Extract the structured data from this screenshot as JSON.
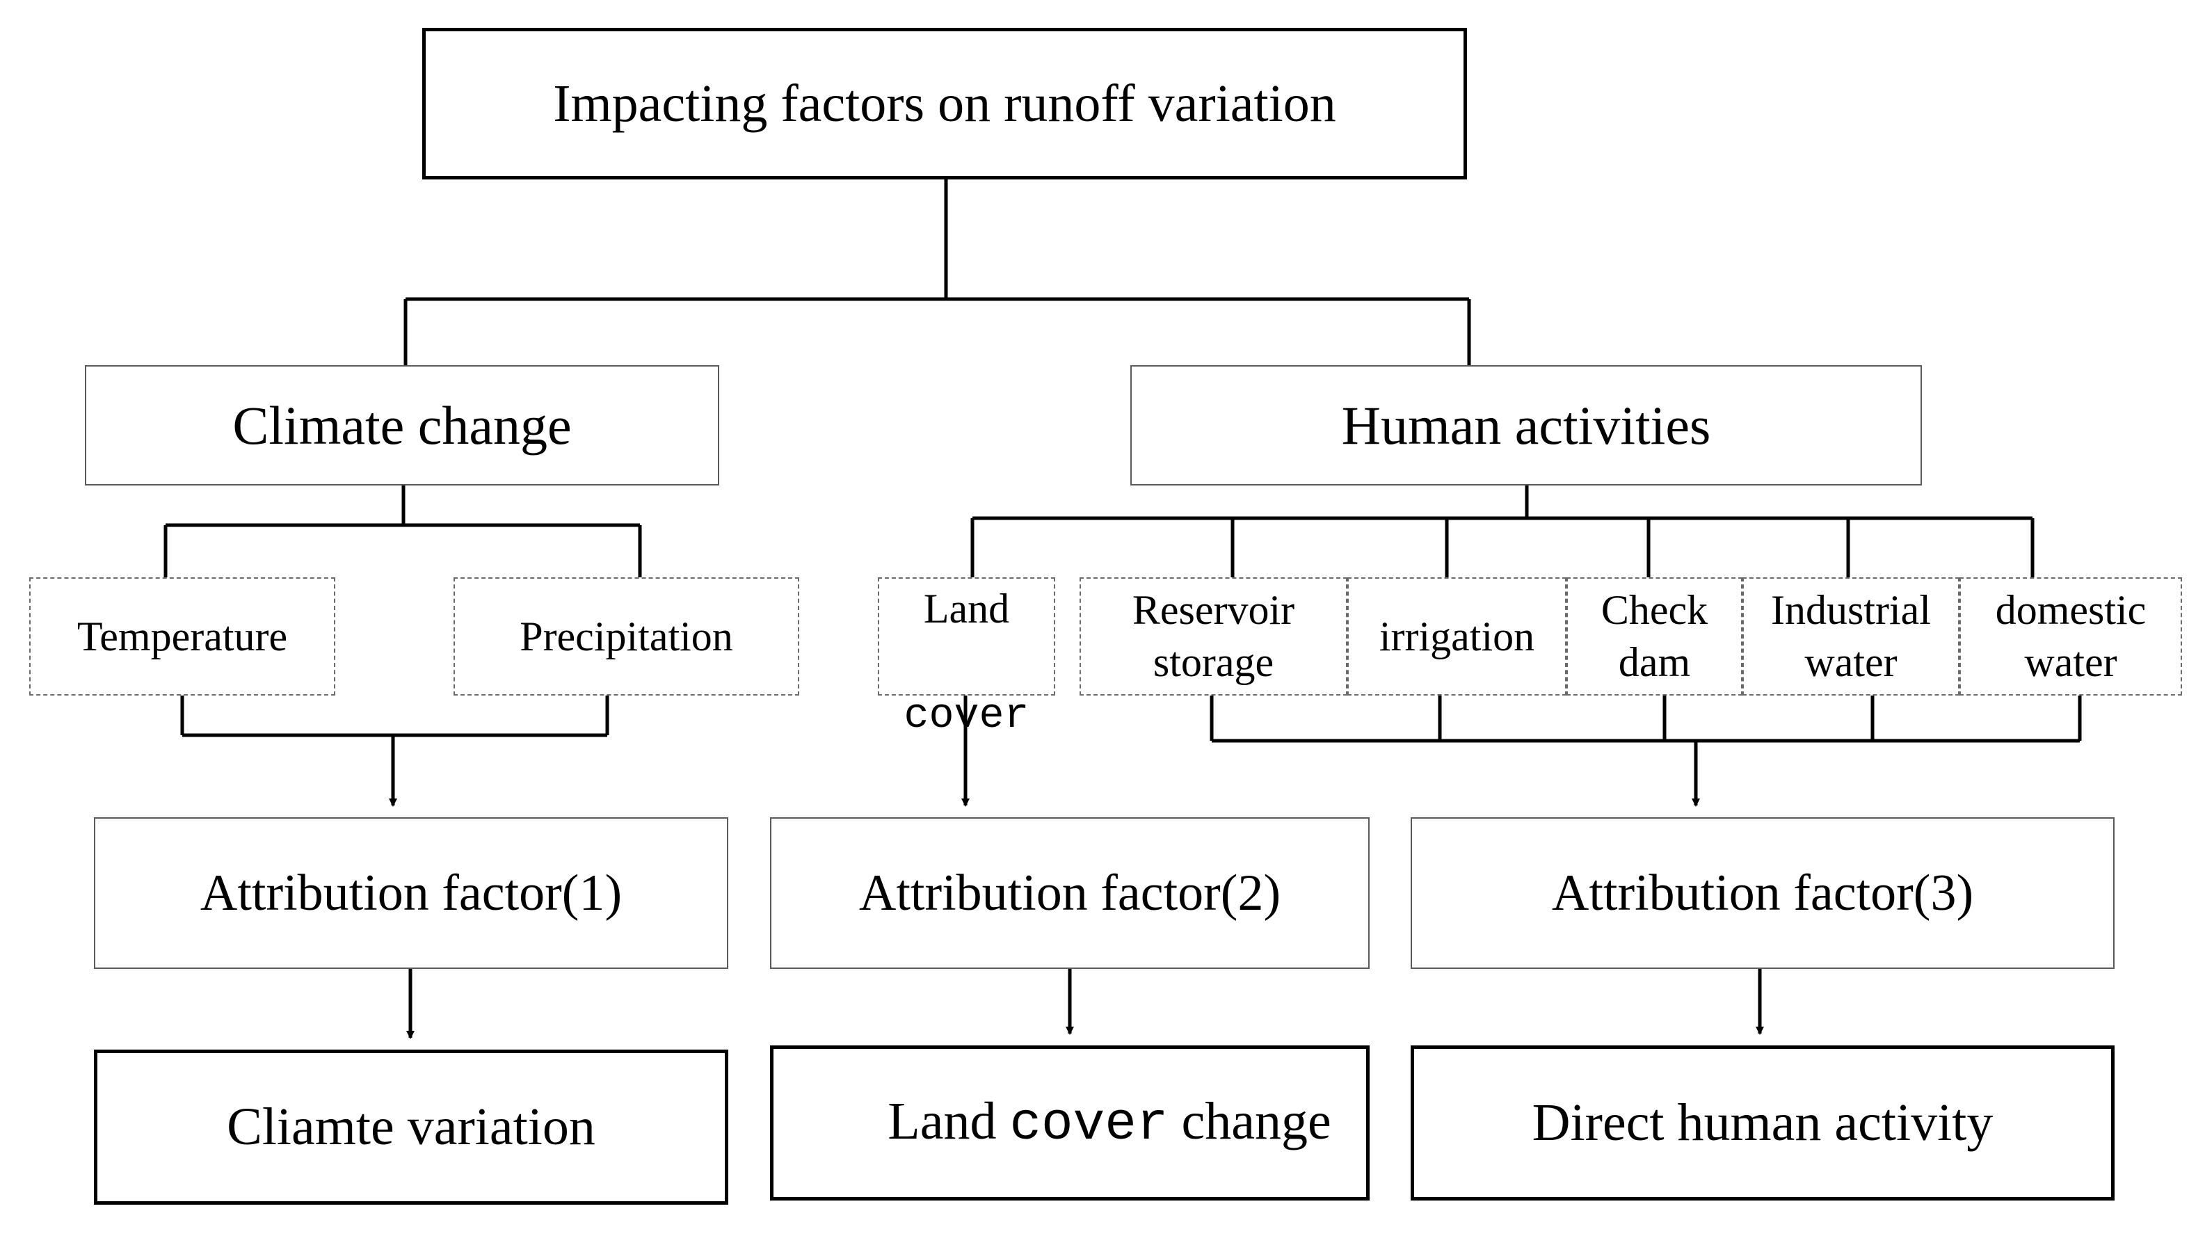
{
  "root": "Impacting factors on runoff variation",
  "climate": {
    "title": "Climate change",
    "factors": [
      "Temperature",
      "Precipitation"
    ],
    "attribution": "Attribution factor(1)",
    "outcome": "Cliamte variation"
  },
  "land": {
    "factor_line1": "Land",
    "factor_line2": "cover",
    "attribution": "Attribution factor(2)",
    "outcome_part1": "Land ",
    "outcome_part2": "cover",
    "outcome_part3": " change"
  },
  "human": {
    "title": "Human activities",
    "factors": [
      "Reservoir\nstorage",
      "irrigation",
      "Check\ndam",
      "Industrial\nwater",
      "domestic\nwater"
    ],
    "attribution": "Attribution factor(3)",
    "outcome": "Direct human activity"
  }
}
